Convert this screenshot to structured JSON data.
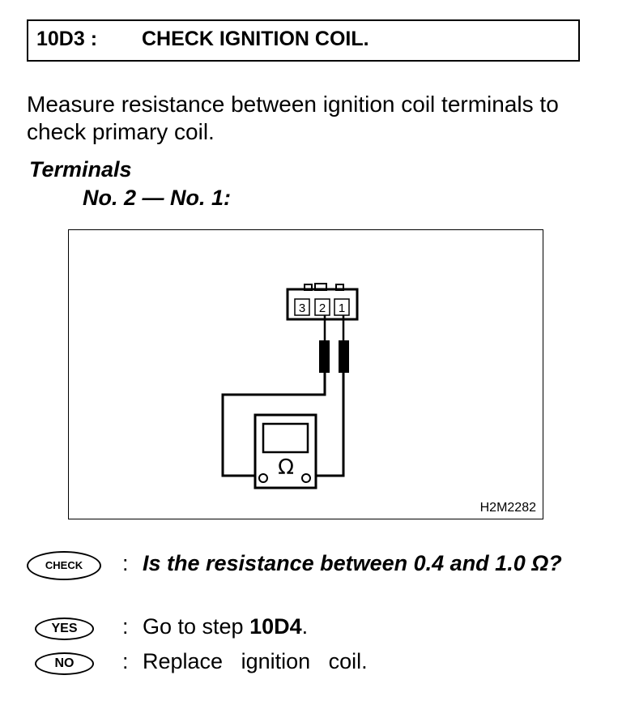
{
  "header": {
    "step": "10D3 :",
    "title": "CHECK IGNITION COIL."
  },
  "intro": "Measure resistance between ignition coil terminals to check primary coil.",
  "terminals": {
    "heading": "Terminals",
    "value": "No. 2 — No. 1:"
  },
  "figure": {
    "connector_pins": [
      "3",
      "2",
      "1"
    ],
    "meter_symbol": "Ω",
    "code": "H2M2282"
  },
  "results": {
    "check": {
      "badge": "CHECK",
      "colon": ":",
      "question": "Is the resistance between 0.4 and 1.0 Ω?"
    },
    "yes": {
      "badge": "YES",
      "colon": ":",
      "text_prefix": "Go to step ",
      "step": "10D4",
      "text_suffix": "."
    },
    "no": {
      "badge": "NO",
      "colon": ":",
      "text": "Replace   ignition   coil."
    }
  }
}
